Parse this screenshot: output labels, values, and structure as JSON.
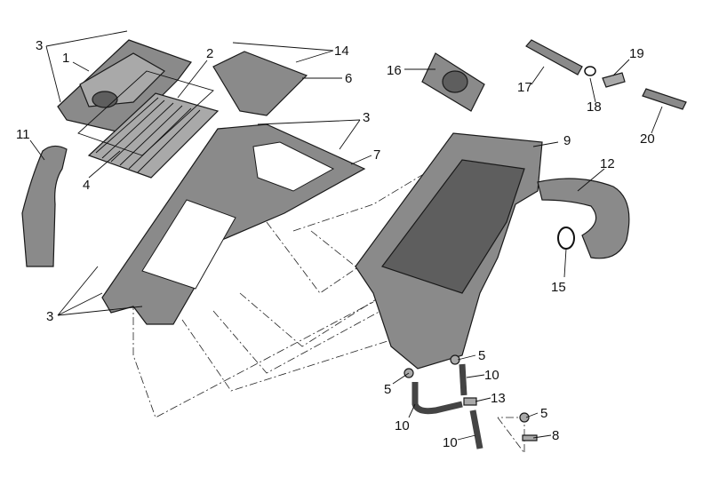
{
  "diagram": {
    "type": "exploded-parts-diagram",
    "callouts": [
      "1",
      "2",
      "3",
      "3",
      "3",
      "4",
      "5",
      "5",
      "5",
      "6",
      "7",
      "8",
      "9",
      "10",
      "10",
      "10",
      "11",
      "12",
      "13",
      "14",
      "15",
      "16",
      "17",
      "18",
      "19",
      "20"
    ]
  }
}
